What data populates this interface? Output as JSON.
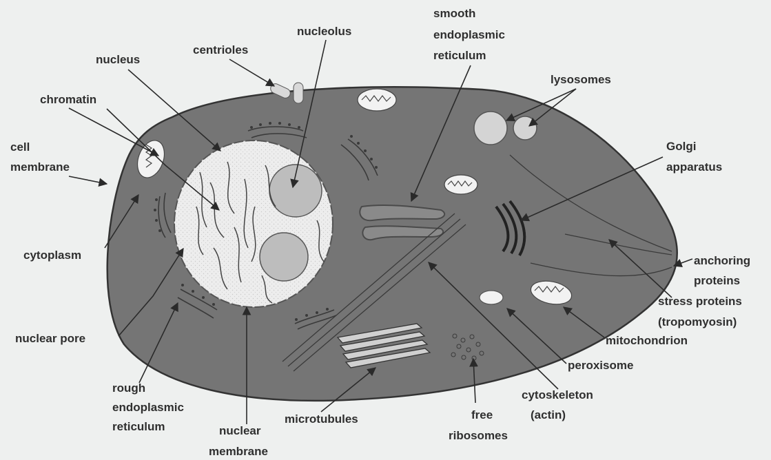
{
  "labels": {
    "centrioles": "centrioles",
    "nucleolus": "nucleolus",
    "smooth_er": [
      "smooth",
      "endoplasmic",
      "reticulum"
    ],
    "nucleus": "nucleus",
    "lysosomes": "lysosomes",
    "chromatin": "chromatin",
    "cell_membrane": [
      "cell",
      "membrane"
    ],
    "golgi": [
      "Golgi",
      "apparatus"
    ],
    "cytoplasm": "cytoplasm",
    "anchoring_proteins": [
      "anchoring",
      "proteins"
    ],
    "stress_proteins": [
      "stress proteins",
      "(tropomyosin)"
    ],
    "mitochondrion": "mitochondrion",
    "nuclear_pore": "nuclear pore",
    "peroxisome": "peroxisome",
    "rough_er": [
      "rough",
      "endoplasmic",
      "reticulum"
    ],
    "cytoskeleton": [
      "cytoskeleton",
      "(actin)"
    ],
    "microtubules": "microtubules",
    "free_ribosomes": [
      "free",
      "ribosomes"
    ],
    "nuclear_membrane": [
      "nuclear",
      "membrane"
    ]
  },
  "colors": {
    "background": "#eef0ef",
    "cytoplasm": "#757575",
    "nucleus": "#ececec",
    "nucleolus": "#bdbdbd",
    "organelle_light": "#f2f2f2",
    "line": "#2a2a2a"
  }
}
